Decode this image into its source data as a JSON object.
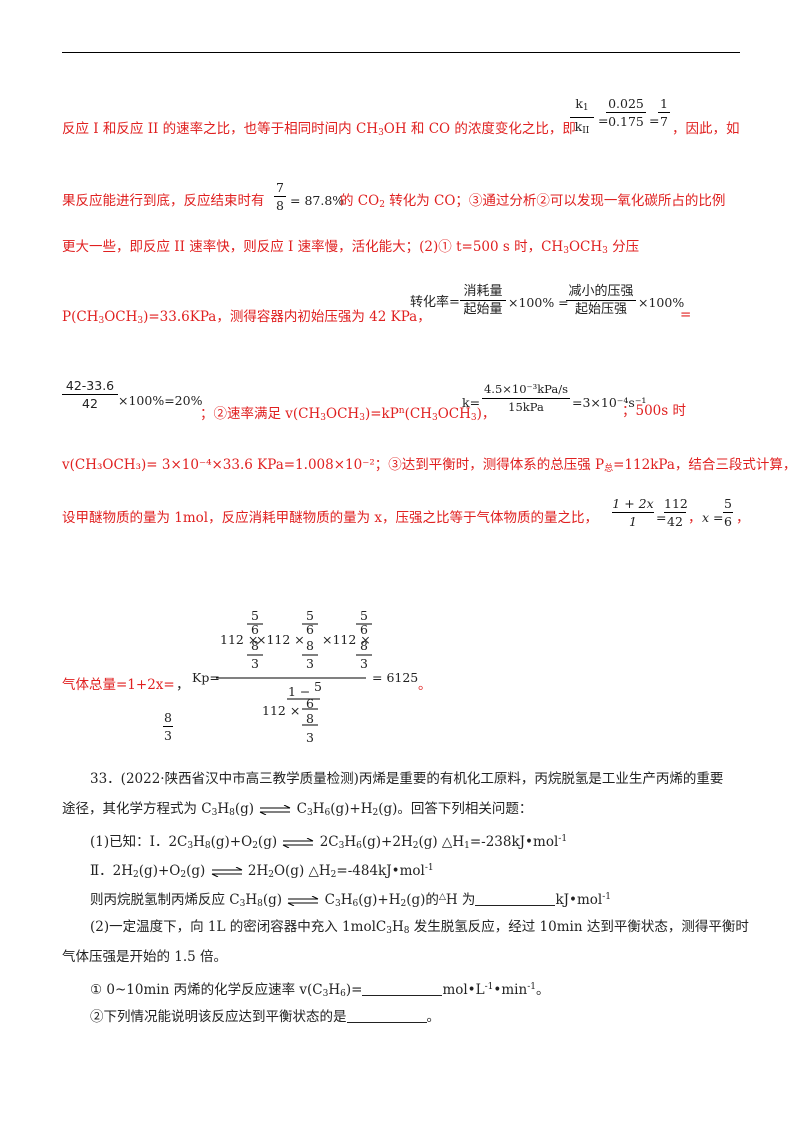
{
  "colors": {
    "red_text": "#e02020",
    "black_text": "#222222"
  },
  "p1": {
    "l1_a": "反应 I 和反应 II 的速率之比，也等于相同时间内 CH",
    "l1_b": "OH 和 CO 的浓度变化之比，即",
    "l1_c": "，因此，如",
    "frac_k_num": "k",
    "frac_k_num_sub": "1",
    "frac_k_den": "k",
    "frac_k_den_sub": "II",
    "frac_025_num": "0.025",
    "frac_025_den": "0.175",
    "frac_17_num": "1",
    "frac_17_den": "7",
    "l2_a": "果反应能进行到底，反应结束时有",
    "frac_78_num": "7",
    "frac_78_den": "8",
    "l2_pct": "= 87.8%",
    "l2_b": " 的 CO",
    "l2_c": " 转化为 CO；③通过分析②可以发现一氧化碳所占的比例",
    "l3": "更大一些，即反应 II 速率快，则反应 I 速率慢，活化能大；(2)① t=500 s 时，CH",
    "l3_b": "OCH",
    "l3_c": " 分压",
    "l4_a": "P(CH",
    "l4_b": "OCH",
    "l4_c": ")=33.6KPa，测得容器内初始压强为 42 KPa，",
    "conv_label": "转化率=",
    "conv_f1_num": "消耗量",
    "conv_f1_den": "起始量",
    "conv_x100": "×100% =",
    "conv_f2_num": "减小的压强",
    "conv_f2_den": "起始压强",
    "conv_x100b": "×100%",
    "conv_eq": "=",
    "f42_num": "42-33.6",
    "f42_den": "42",
    "f42_tail": "×100%=20%",
    "l5_b": "；②速率满足 v(CH",
    "l5_c": "OCH",
    "l5_d": ")=kP",
    "l5_e": "(CH",
    "l5_f": "OCH",
    "l5_g": ")，",
    "k_label": "k=",
    "k_num": "4.5×10⁻³kPa/s",
    "k_den": "15kPa",
    "k_result": "=3×10⁻⁴s⁻¹",
    "l5_h": "；500s 时",
    "l6": "v(CH₃OCH₃)= 3×10⁻⁴×33.6 KPa=1.008×10⁻²；③达到平衡时，测得体系的总压强 P",
    "l6_sub": "总",
    "l6_b": "=112kPa，结合三段式计算，",
    "l7": "设甲醚物质的量为 1mol，反应消耗甲醚物质的量为 x，压强之比等于气体物质的量之比，",
    "f7_num": "1 + 2x",
    "f7_den": "1",
    "f7_eq": "=",
    "f7b_num": "112",
    "f7b_den": "42",
    "l7_comma": "，",
    "x_eq": "x =",
    "x_num": "5",
    "x_den": "6",
    "l7_end": "，",
    "gas_total": "气体总量=1+2x=",
    "gas_comma": "，",
    "gas_num": "8",
    "gas_den": "3",
    "kp_label": "Kp=",
    "kp_num_112": "112 ×",
    "kp_times": "×112 ×",
    "kp_5": "5",
    "kp_6": "6",
    "kp_8": "8",
    "kp_3": "3",
    "kp_den_112": "112 ×",
    "kp_den_1m": "1 −",
    "kp_result": "= 6125",
    "kp_period": "。"
  },
  "q33": {
    "l1": "33．(2022·陕西省汉中市高三教学质量检测)丙烯是重要的有机化工原料，丙烷脱氢是工业生产丙烯的重要",
    "l2_a": "途径，其化学方程式为 C",
    "l2_b": "H",
    "l2_c": "(g)",
    "l2_d": "C",
    "l2_e": "H",
    "l2_f": "(g)+H",
    "l2_g": "(g)。回答下列相关问题：",
    "l3_a": "(1)已知：Ⅰ．2C",
    "l3_b": "H",
    "l3_c": "(g)+O",
    "l3_d": "(g)",
    "l3_e": "2C",
    "l3_f": "H",
    "l3_g": "(g)+2H",
    "l3_h": "(g)  △H",
    "l3_i": "=-238kJ•mol",
    "l4_a": "Ⅱ．2H",
    "l4_b": "(g)+O",
    "l4_c": "(g)",
    "l4_d": "2H",
    "l4_e": "O(g)  △H",
    "l4_f": "=-484kJ•mol",
    "l5_a": "则丙烷脱氢制丙烯反应 C",
    "l5_b": "H",
    "l5_c": "(g)",
    "l5_d": "C",
    "l5_e": "H",
    "l5_f": "(g)+H",
    "l5_g": "(g)的",
    "l5_h": "H 为",
    "l5_i": "kJ•mol",
    "l6": "(2)一定温度下，向 1L 的密闭容器中充入 1molC",
    "l6_b": "H",
    "l6_c": " 发生脱氢反应，经过 10min 达到平衡状态，测得平衡时",
    "l7": "气体压强是开始的 1.5 倍。",
    "l8_a": "① 0~10min 丙烯的化学反应速率 v(C",
    "l8_b": "H",
    "l8_c": ")=",
    "l8_d": "mol•L",
    "l8_e": "•min",
    "l8_f": "。",
    "l9": "②下列情况能说明该反应达到平衡状态的是",
    "l9_end": "。"
  }
}
